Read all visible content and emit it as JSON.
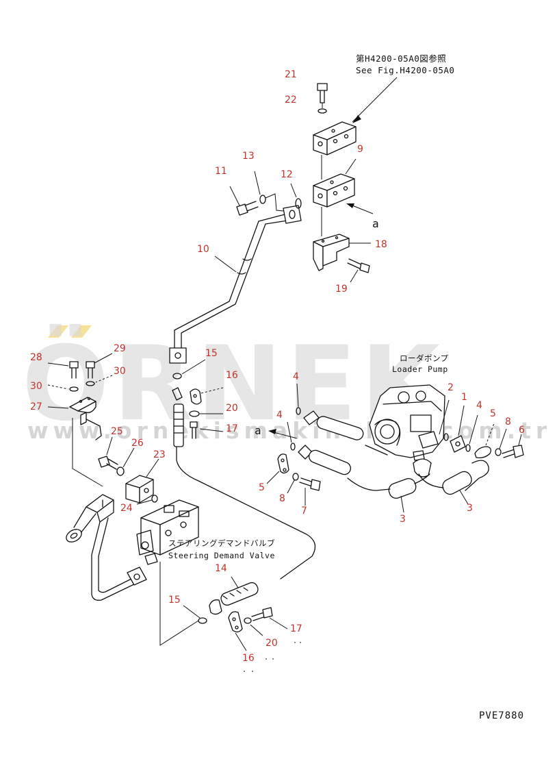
{
  "diagram": {
    "reference_jp": "第H4200-05A0図参照",
    "reference_en": "See Fig.H4200-05A0",
    "loader_pump_jp": "ローダポンプ",
    "loader_pump_en": "Loader Pump",
    "steering_valve_jp": "ステアリングデマンドバルブ",
    "steering_valve_en": "Steering Demand Valve",
    "figure_code": "PVE7880",
    "marker_a": "a"
  },
  "watermark": {
    "brand": "ÖRNEK",
    "url": "www.ornekismakinalari.com.tr"
  },
  "callouts": [
    {
      "id": "c21",
      "text": "21"
    },
    {
      "id": "c22",
      "text": "22"
    },
    {
      "id": "c9",
      "text": "9"
    },
    {
      "id": "c13",
      "text": "13"
    },
    {
      "id": "c11",
      "text": "11"
    },
    {
      "id": "c12",
      "text": "12"
    },
    {
      "id": "c18",
      "text": "18"
    },
    {
      "id": "c19",
      "text": "19"
    },
    {
      "id": "c10",
      "text": "10"
    },
    {
      "id": "c15a",
      "text": "15"
    },
    {
      "id": "c16a",
      "text": "16"
    },
    {
      "id": "c20a",
      "text": "20"
    },
    {
      "id": "c17a",
      "text": "17"
    },
    {
      "id": "c4a",
      "text": "4"
    },
    {
      "id": "c4b",
      "text": "4"
    },
    {
      "id": "c2",
      "text": "2"
    },
    {
      "id": "c1",
      "text": "1"
    },
    {
      "id": "c4c",
      "text": "4"
    },
    {
      "id": "c5a",
      "text": "5"
    },
    {
      "id": "c8a",
      "text": "8"
    },
    {
      "id": "c6",
      "text": "6"
    },
    {
      "id": "c5b",
      "text": "5"
    },
    {
      "id": "c8b",
      "text": "8"
    },
    {
      "id": "c7",
      "text": "7"
    },
    {
      "id": "c3a",
      "text": "3"
    },
    {
      "id": "c3b",
      "text": "3"
    },
    {
      "id": "c28",
      "text": "28"
    },
    {
      "id": "c29",
      "text": "29"
    },
    {
      "id": "c30a",
      "text": "30"
    },
    {
      "id": "c30b",
      "text": "30"
    },
    {
      "id": "c27",
      "text": "27"
    },
    {
      "id": "c25",
      "text": "25"
    },
    {
      "id": "c26",
      "text": "26"
    },
    {
      "id": "c23",
      "text": "23"
    },
    {
      "id": "c24",
      "text": "24"
    },
    {
      "id": "c14",
      "text": "14"
    },
    {
      "id": "c15b",
      "text": "15"
    },
    {
      "id": "c17b",
      "text": "17"
    },
    {
      "id": "c20b",
      "text": "20"
    },
    {
      "id": "c16b",
      "text": "16"
    }
  ]
}
